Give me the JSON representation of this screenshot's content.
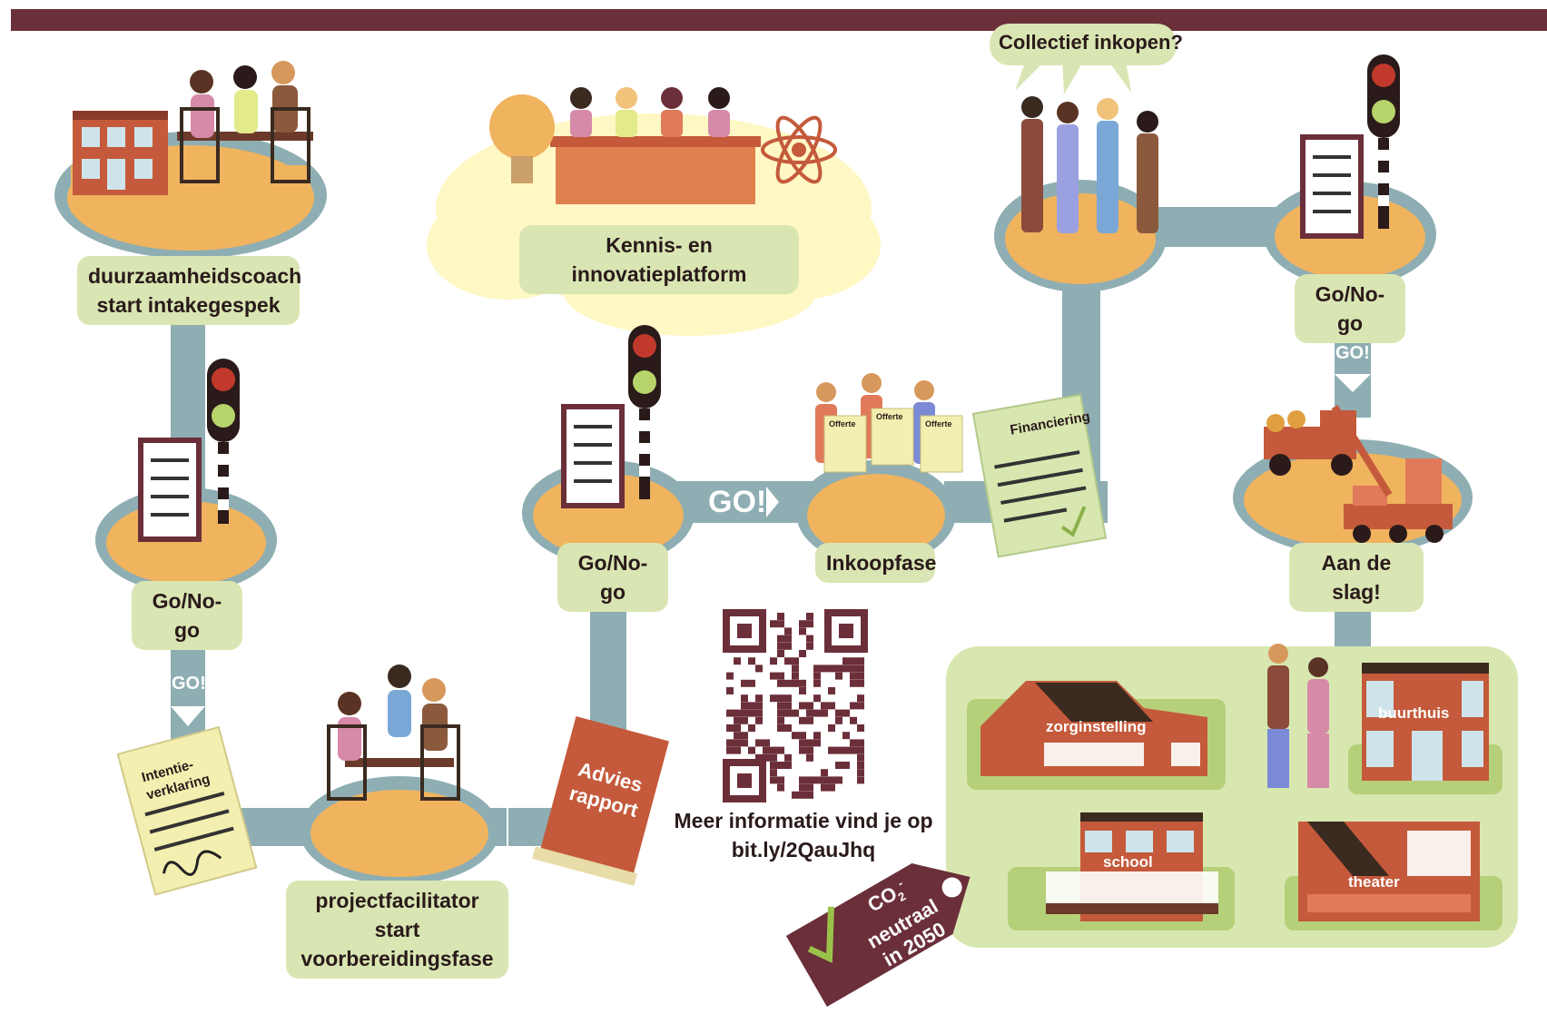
{
  "colors": {
    "header_bar": "#6b2f3a",
    "path": "#8eaeb3",
    "platform_fill": "#f0b35e",
    "platform_ring": "#8eaeb3",
    "label_bg": "#d9e6b3",
    "cloud": "#fff7c4",
    "green_zone": "#d8e7b0",
    "tag": "#6b2f3a",
    "building": "#c45a3b"
  },
  "steps": {
    "intake": {
      "line1": "duurzaamheidscoach",
      "line2": "start intakegespek"
    },
    "gonogo1": "Go/No-go",
    "intentie": {
      "line1": "Intentie-",
      "line2": "verklaring"
    },
    "facilitator": {
      "line1": "projectfacilitator start",
      "line2": "voorbereidingsfase"
    },
    "advies": {
      "line1": "Advies",
      "line2": "rapport"
    },
    "gonogo2": "Go/No-go",
    "platform": "Kennis- en innovatieplatform",
    "inkoop": "Inkoopfase",
    "financiering": "Financiering",
    "collectief": "Collectief inkopen?",
    "gonogo3": "Go/No-go",
    "aandeslag": "Aan de slag!"
  },
  "go_markers": {
    "small1": "GO!",
    "big": "GO!",
    "small2": "GO!"
  },
  "offerte_label": "Offerte",
  "info": {
    "line1": "Meer informatie vind je op",
    "line2": "bit.ly/2QauJhq"
  },
  "buildings": {
    "zorg": "zorginstelling",
    "buurthuis": "buurthuis",
    "school": "school",
    "theater": "theater"
  },
  "tag": {
    "line1": "CO",
    "sub": "2",
    "sup": "-",
    "line2": "neutraal",
    "line3": "in 2050"
  }
}
